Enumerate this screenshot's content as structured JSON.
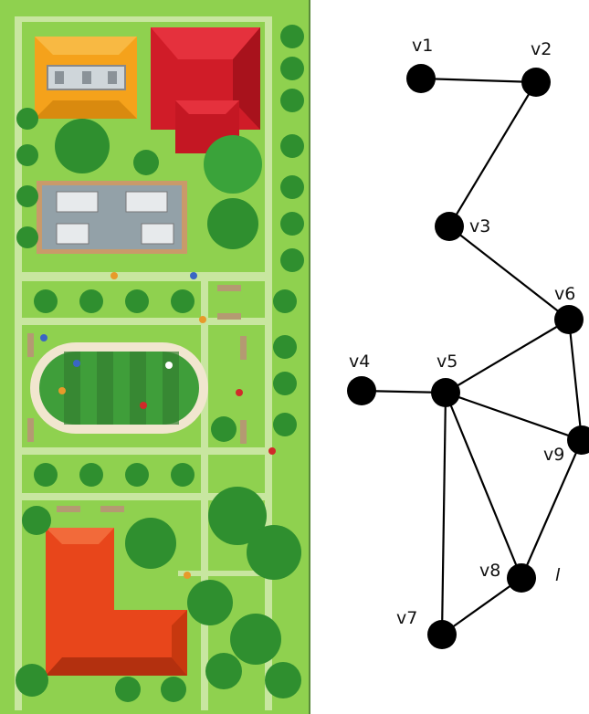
{
  "graph": {
    "nodes": [
      {
        "id": "v1",
        "label": "v1"
      },
      {
        "id": "v2",
        "label": "v2"
      },
      {
        "id": "v3",
        "label": "v3"
      },
      {
        "id": "v6",
        "label": "v6"
      },
      {
        "id": "v4",
        "label": "v4"
      },
      {
        "id": "v5",
        "label": "v5"
      },
      {
        "id": "v9",
        "label": "v9"
      },
      {
        "id": "v8",
        "label": "v8"
      },
      {
        "id": "v7",
        "label": "v7"
      }
    ],
    "edges": [
      [
        "v1",
        "v2"
      ],
      [
        "v2",
        "v3"
      ],
      [
        "v3",
        "v6"
      ],
      [
        "v6",
        "v5"
      ],
      [
        "v6",
        "v9"
      ],
      [
        "v4",
        "v5"
      ],
      [
        "v5",
        "v9"
      ],
      [
        "v5",
        "v8"
      ],
      [
        "v5",
        "v7"
      ],
      [
        "v9",
        "v8"
      ],
      [
        "v8",
        "v7"
      ]
    ],
    "edge_label": "l"
  },
  "colors": {
    "node": "#000000",
    "edge": "#000000",
    "grass": "#8fd14f",
    "path": "#c8e6a0",
    "field": "#3f9e3a",
    "track": "#f1e6cf",
    "roof_orange": "#f5a21b",
    "roof_red": "#d01c28",
    "roof_redorange": "#e8461b",
    "tree": "#2f8f2f"
  }
}
